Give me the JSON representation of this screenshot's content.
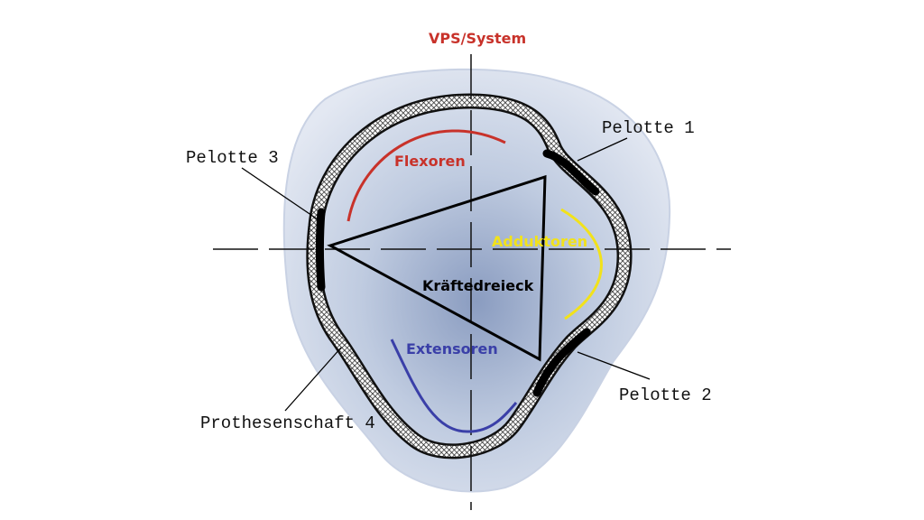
{
  "header": {
    "title": "VPS/System"
  },
  "labels": {
    "pelotte1": "Pelotte 1",
    "pelotte2": "Pelotte 2",
    "pelotte3": "Pelotte 3",
    "shaft": "Prothesenschaft 4",
    "flexoren": "Flexoren",
    "adduktoren": "Adduktoren",
    "extensoren": "Extensoren",
    "triangle": "Kräftedreieck"
  },
  "colors": {
    "flexoren": "#c8322a",
    "adduktoren": "#f2e21a",
    "extensoren": "#3a3fa8",
    "title": "#c8322a"
  }
}
